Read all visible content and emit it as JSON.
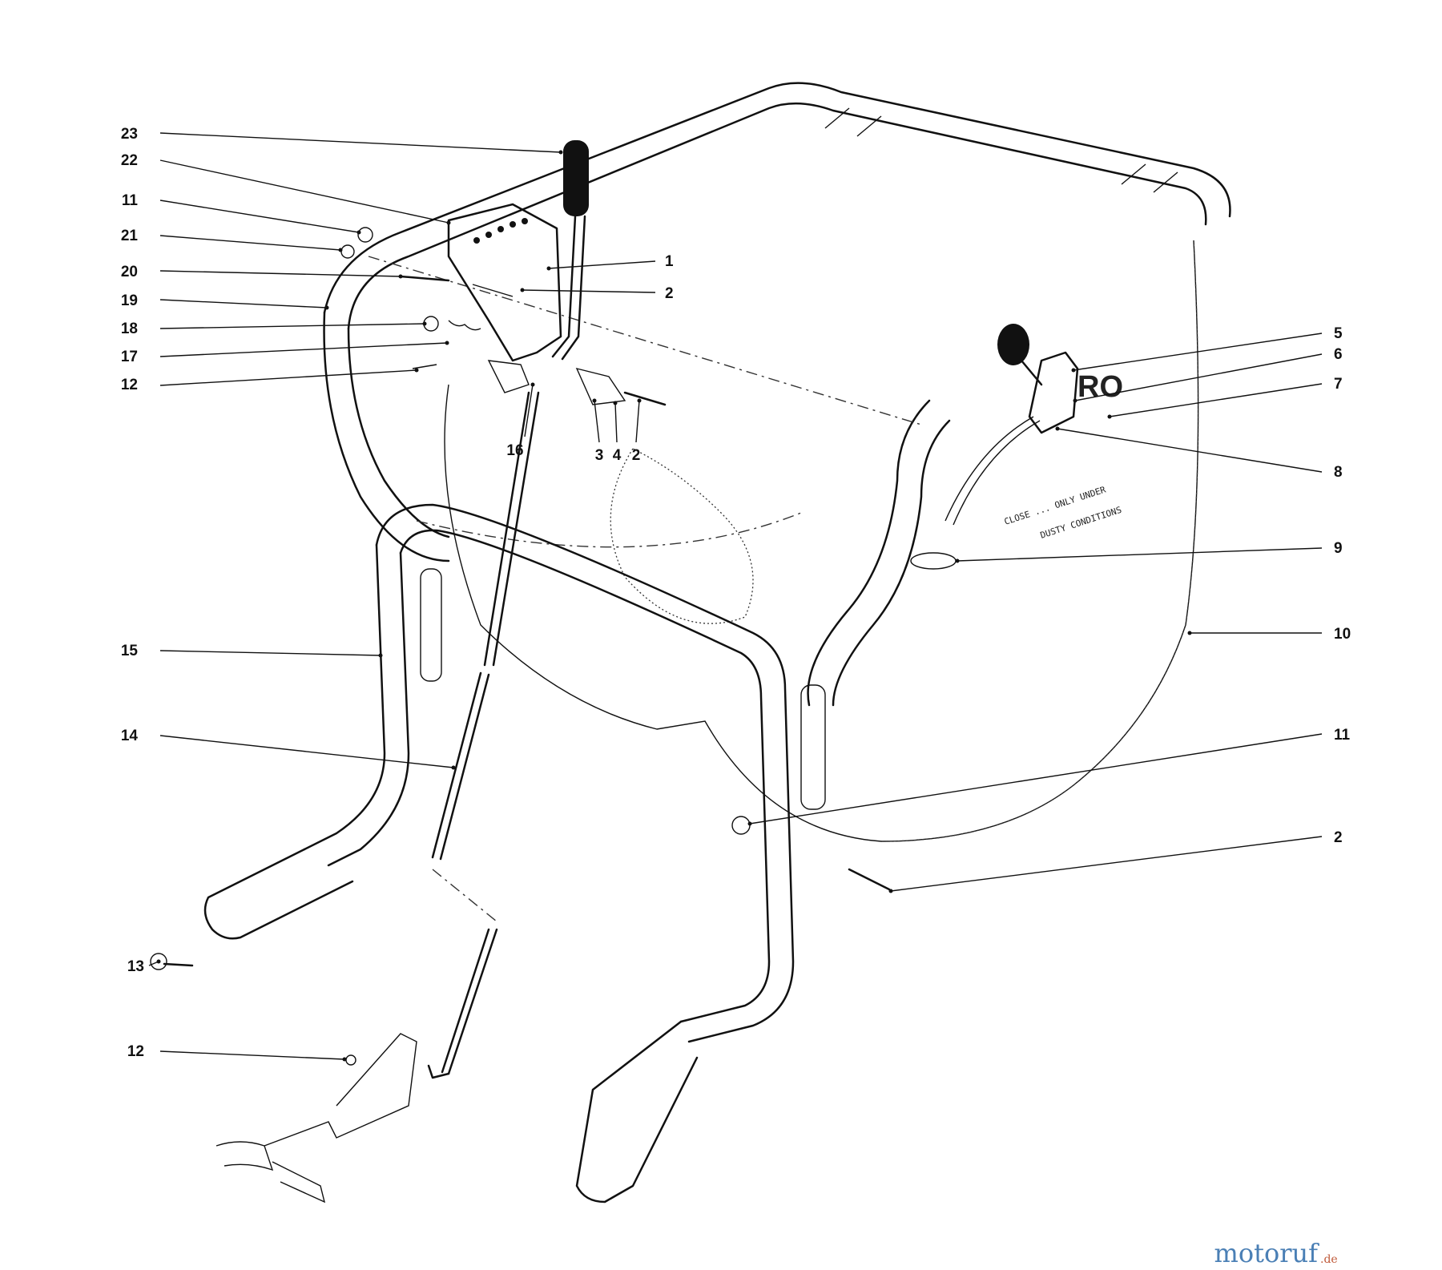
{
  "callouts": [
    {
      "num": "23"
    },
    {
      "num": "22"
    },
    {
      "num": "11"
    },
    {
      "num": "21"
    },
    {
      "num": "20"
    },
    {
      "num": "19"
    },
    {
      "num": "18"
    },
    {
      "num": "17"
    },
    {
      "num": "12"
    },
    {
      "num": "1"
    },
    {
      "num": "2"
    },
    {
      "num": "16"
    },
    {
      "num": "3"
    },
    {
      "num": "4"
    },
    {
      "num": "2"
    },
    {
      "num": "5"
    },
    {
      "num": "6"
    },
    {
      "num": "7"
    },
    {
      "num": "8"
    },
    {
      "num": "9"
    },
    {
      "num": "10"
    },
    {
      "num": "15"
    },
    {
      "num": "14"
    },
    {
      "num": "11"
    },
    {
      "num": "2"
    },
    {
      "num": "13"
    },
    {
      "num": "12"
    }
  ],
  "throttle_notes": {
    "line1": "CLOSE ... ONLY UNDER",
    "line2": "DUSTY CONDITIONS"
  },
  "grip_marking": "RO",
  "watermark": {
    "name": "motoruf",
    "tld": ".de"
  },
  "colors": {
    "ink": "#111111",
    "paper": "#ffffff",
    "watermark_blue": "#4a7fb5",
    "watermark_red": "#c05a3a"
  }
}
